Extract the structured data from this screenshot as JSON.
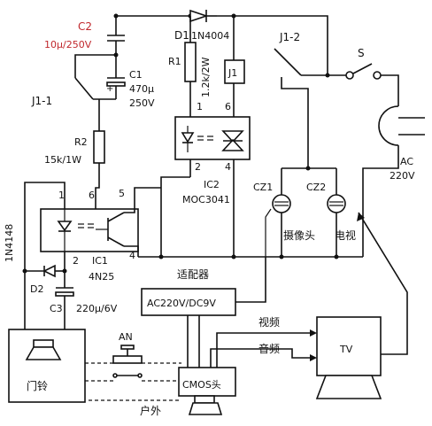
{
  "labels": {
    "c2": "C2",
    "c2_value": "10μ/250V",
    "d1": "D1",
    "d1_part": "1N4004",
    "r1": "R1",
    "r1_value": "1.2k/2W",
    "j1_coil": "J1",
    "j1_2": "J1-2",
    "s": "S",
    "c1": "C1",
    "c1_value1": "470μ",
    "c1_value2": "250V",
    "j1_1": "J1-1",
    "r2": "R2",
    "r2_value": "15k/1W",
    "ic2_pin1": "1",
    "ic2_pin6": "6",
    "ic2_pin2": "2",
    "ic2_pin4": "4",
    "ic2": "IC2",
    "ic2_part": "MOC3041",
    "cz1": "CZ1",
    "cz2": "CZ2",
    "ac": "AC",
    "ac_value": "220V",
    "ic1_pin1": "1",
    "ic1_pin6": "6",
    "ic1_pin5": "5",
    "ic1_pin2": "2",
    "ic1_pin4": "4",
    "ic1": "IC1",
    "ic1_part": "4N25",
    "d2_part": "1N4148",
    "d2": "D2",
    "c3": "C3",
    "c3_value": "220μ/6V",
    "camera": "摄像头",
    "tv_label": "电视",
    "adapter_title": "适配器",
    "adapter_spec": "AC220V/DC9V",
    "video": "视频",
    "audio": "音频",
    "tv": "TV",
    "an": "AN",
    "doorbell": "门铃",
    "cmos": "CMOS头",
    "outdoor": "户外"
  },
  "colors": {
    "ink": "#111111",
    "accent": "#c0282d"
  }
}
